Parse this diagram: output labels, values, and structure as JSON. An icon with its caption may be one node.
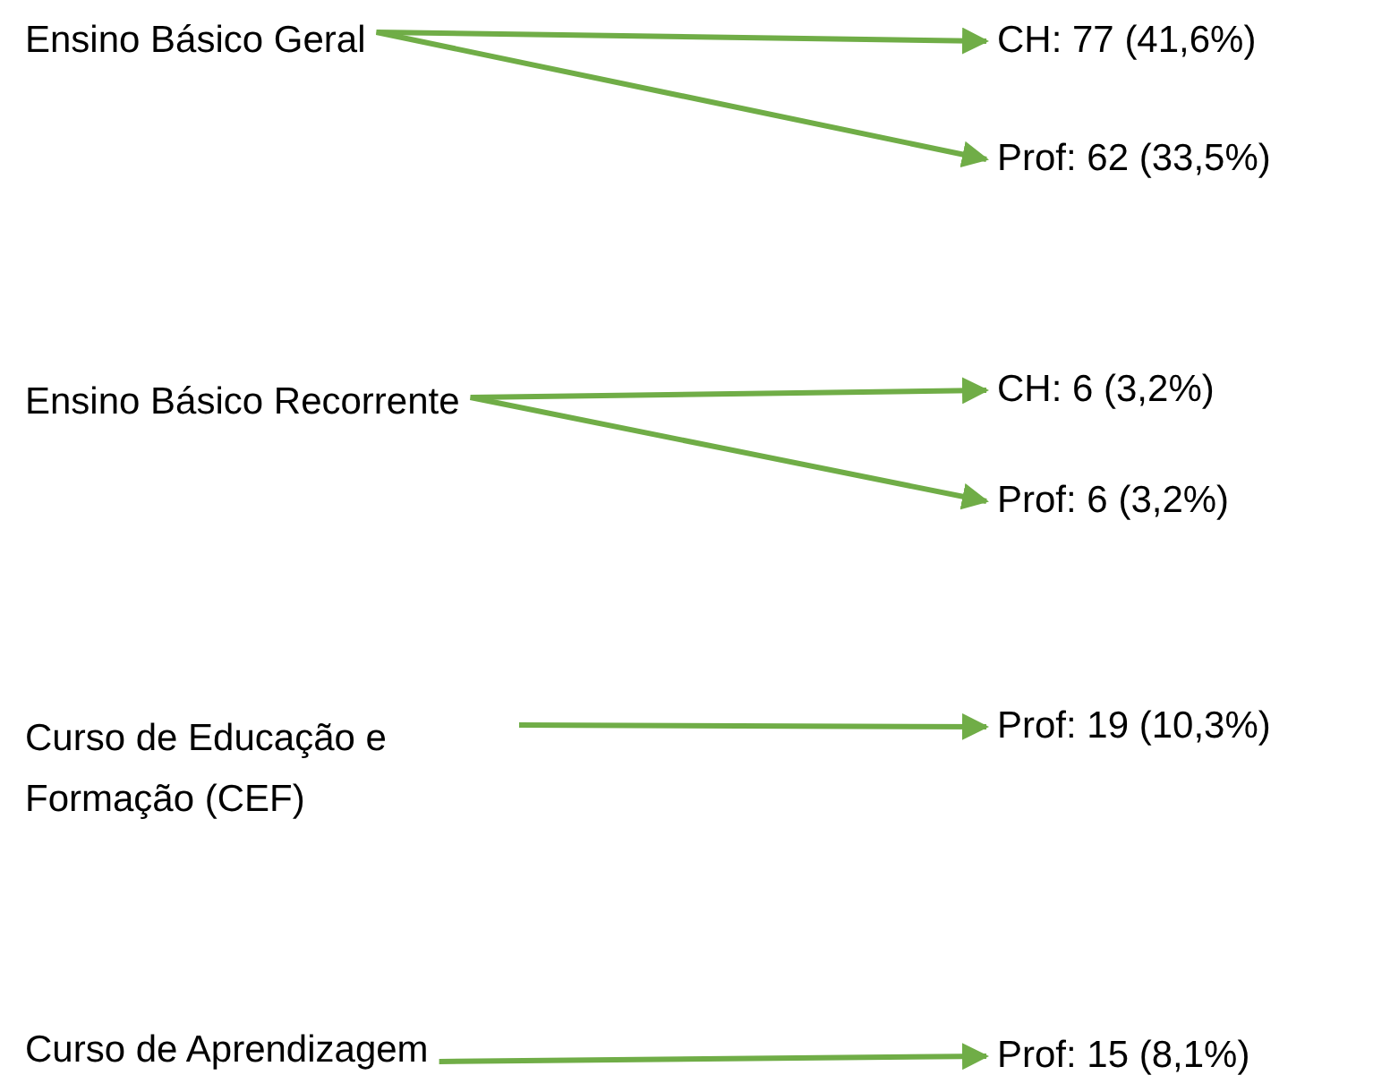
{
  "diagram": {
    "nodes": [
      {
        "text": [
          "Ensino Básico Geral"
        ]
      },
      {
        "text": [
          "CH: 77 (41,6%)"
        ]
      },
      {
        "text": [
          "Prof: 62 (33,5%)"
        ]
      },
      {
        "text": [
          "Ensino Básico Recorrente"
        ]
      },
      {
        "text": [
          "CH: 6 (3,2%)"
        ]
      },
      {
        "text": [
          "Prof: 6 (3,2%)"
        ]
      },
      {
        "text": [
          "Curso de Educação e Formação (CEF)"
        ]
      },
      {
        "text": [
          "Prof: 19 (10,3%)"
        ]
      },
      {
        "text": [
          "Curso de Aprendizagem"
        ]
      },
      {
        "text": [
          "Prof: 15 (8,1%)"
        ]
      }
    ],
    "edges": [
      {
        "from": 0,
        "to": 1,
        "arrow": "to"
      },
      {
        "from": 0,
        "to": 2,
        "arrow": "to"
      },
      {
        "from": 3,
        "to": 4,
        "arrow": "to"
      },
      {
        "from": 3,
        "to": 5,
        "arrow": "to"
      },
      {
        "from": 6,
        "to": 7,
        "arrow": "to"
      },
      {
        "from": 8,
        "to": 9,
        "arrow": "to"
      }
    ]
  }
}
